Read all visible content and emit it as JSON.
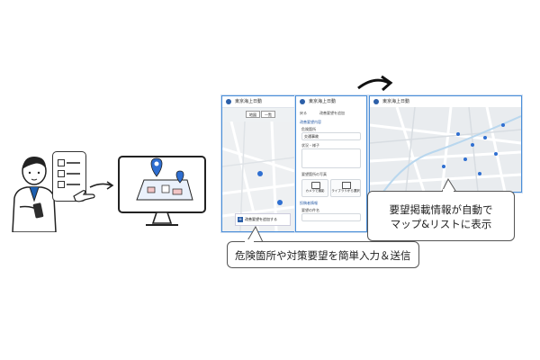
{
  "screens": {
    "map_header": "東京海上日動",
    "map_tabs": [
      "地図",
      "一覧"
    ],
    "map_bottom_button": "改善要望を追加する",
    "form_header": "東京海上日動",
    "form_back": "戻る",
    "form_title": "改善要望を追加",
    "form_section_1": "改善要望内容",
    "form_field_1_label": "危険箇所",
    "form_field_1_value": "交通事故",
    "form_field_2_label": "状況・様子",
    "form_field_3_label": "要望箇所の写真",
    "form_buttons": [
      "カメラで撮影",
      "ライブラリから選択"
    ],
    "form_section_2": "投稿者情報",
    "form_field_4_label": "要望の件名",
    "list_header": "東京海上日動"
  },
  "callouts": {
    "input": "危険箇所や対策要望を簡単入力＆送信",
    "display_line1": "要望掲載情報が自動で",
    "display_line2": "マップ&リストに表示"
  },
  "colors": {
    "accent": "#4a8ed8",
    "brand": "#2c5fa8",
    "pin": "#2f6fd1"
  }
}
